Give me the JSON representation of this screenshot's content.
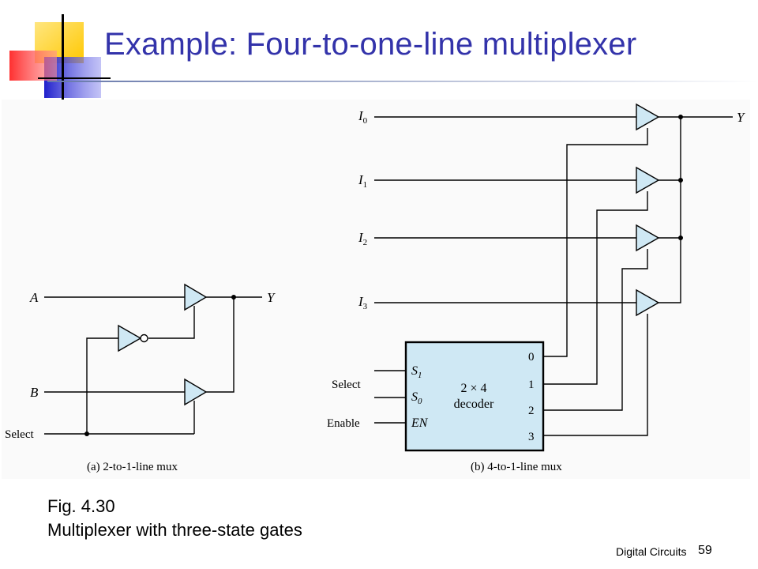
{
  "slide": {
    "title": "Example: Four-to-one-line multiplexer",
    "caption_line1": "Fig. 4.30",
    "caption_line2": "Multiplexer with three-state gates",
    "footer_label": "Digital Circuits",
    "page_number": "59"
  },
  "diagram_a": {
    "input_a": "A",
    "input_b": "B",
    "output": "Y",
    "select": "Select",
    "caption": "(a) 2-to-1-line mux"
  },
  "diagram_b": {
    "inputs": [
      {
        "letter": "I",
        "sub": "0"
      },
      {
        "letter": "I",
        "sub": "1"
      },
      {
        "letter": "I",
        "sub": "2"
      },
      {
        "letter": "I",
        "sub": "3"
      }
    ],
    "output": "Y",
    "select": "Select",
    "enable": "Enable",
    "decoder_s1": "S",
    "decoder_s1_sub": "1",
    "decoder_s0": "S",
    "decoder_s0_sub": "0",
    "decoder_en": "EN",
    "decoder_line1": "2 × 4",
    "decoder_line2": "decoder",
    "decoder_outputs": [
      "0",
      "1",
      "2",
      "3"
    ],
    "caption": "(b) 4-to-1-line mux"
  },
  "colors": {
    "title": "#3333aa",
    "gate_fill": "#cfe8f4",
    "figure_background": "#fafafa"
  }
}
